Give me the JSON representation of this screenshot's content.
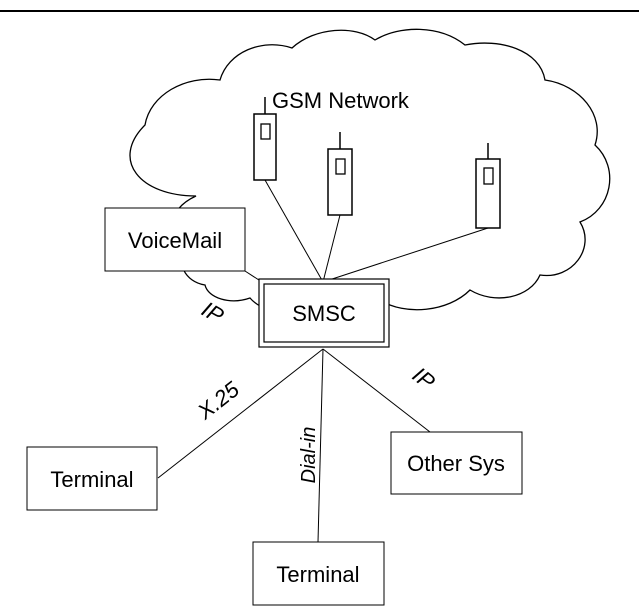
{
  "diagram": {
    "cloud_label": "GSM Network",
    "center_node": "SMSC",
    "nodes": {
      "voicemail": "VoiceMail",
      "terminal_left": "Terminal",
      "terminal_bottom": "Terminal",
      "other_sys": "Other Sys"
    },
    "link_labels": {
      "voicemail_ip": "IP",
      "x25": "X.25",
      "dial_in": "Dial-in",
      "other_ip": "IP"
    },
    "colors": {
      "stroke": "#000000",
      "background": "#ffffff"
    }
  }
}
